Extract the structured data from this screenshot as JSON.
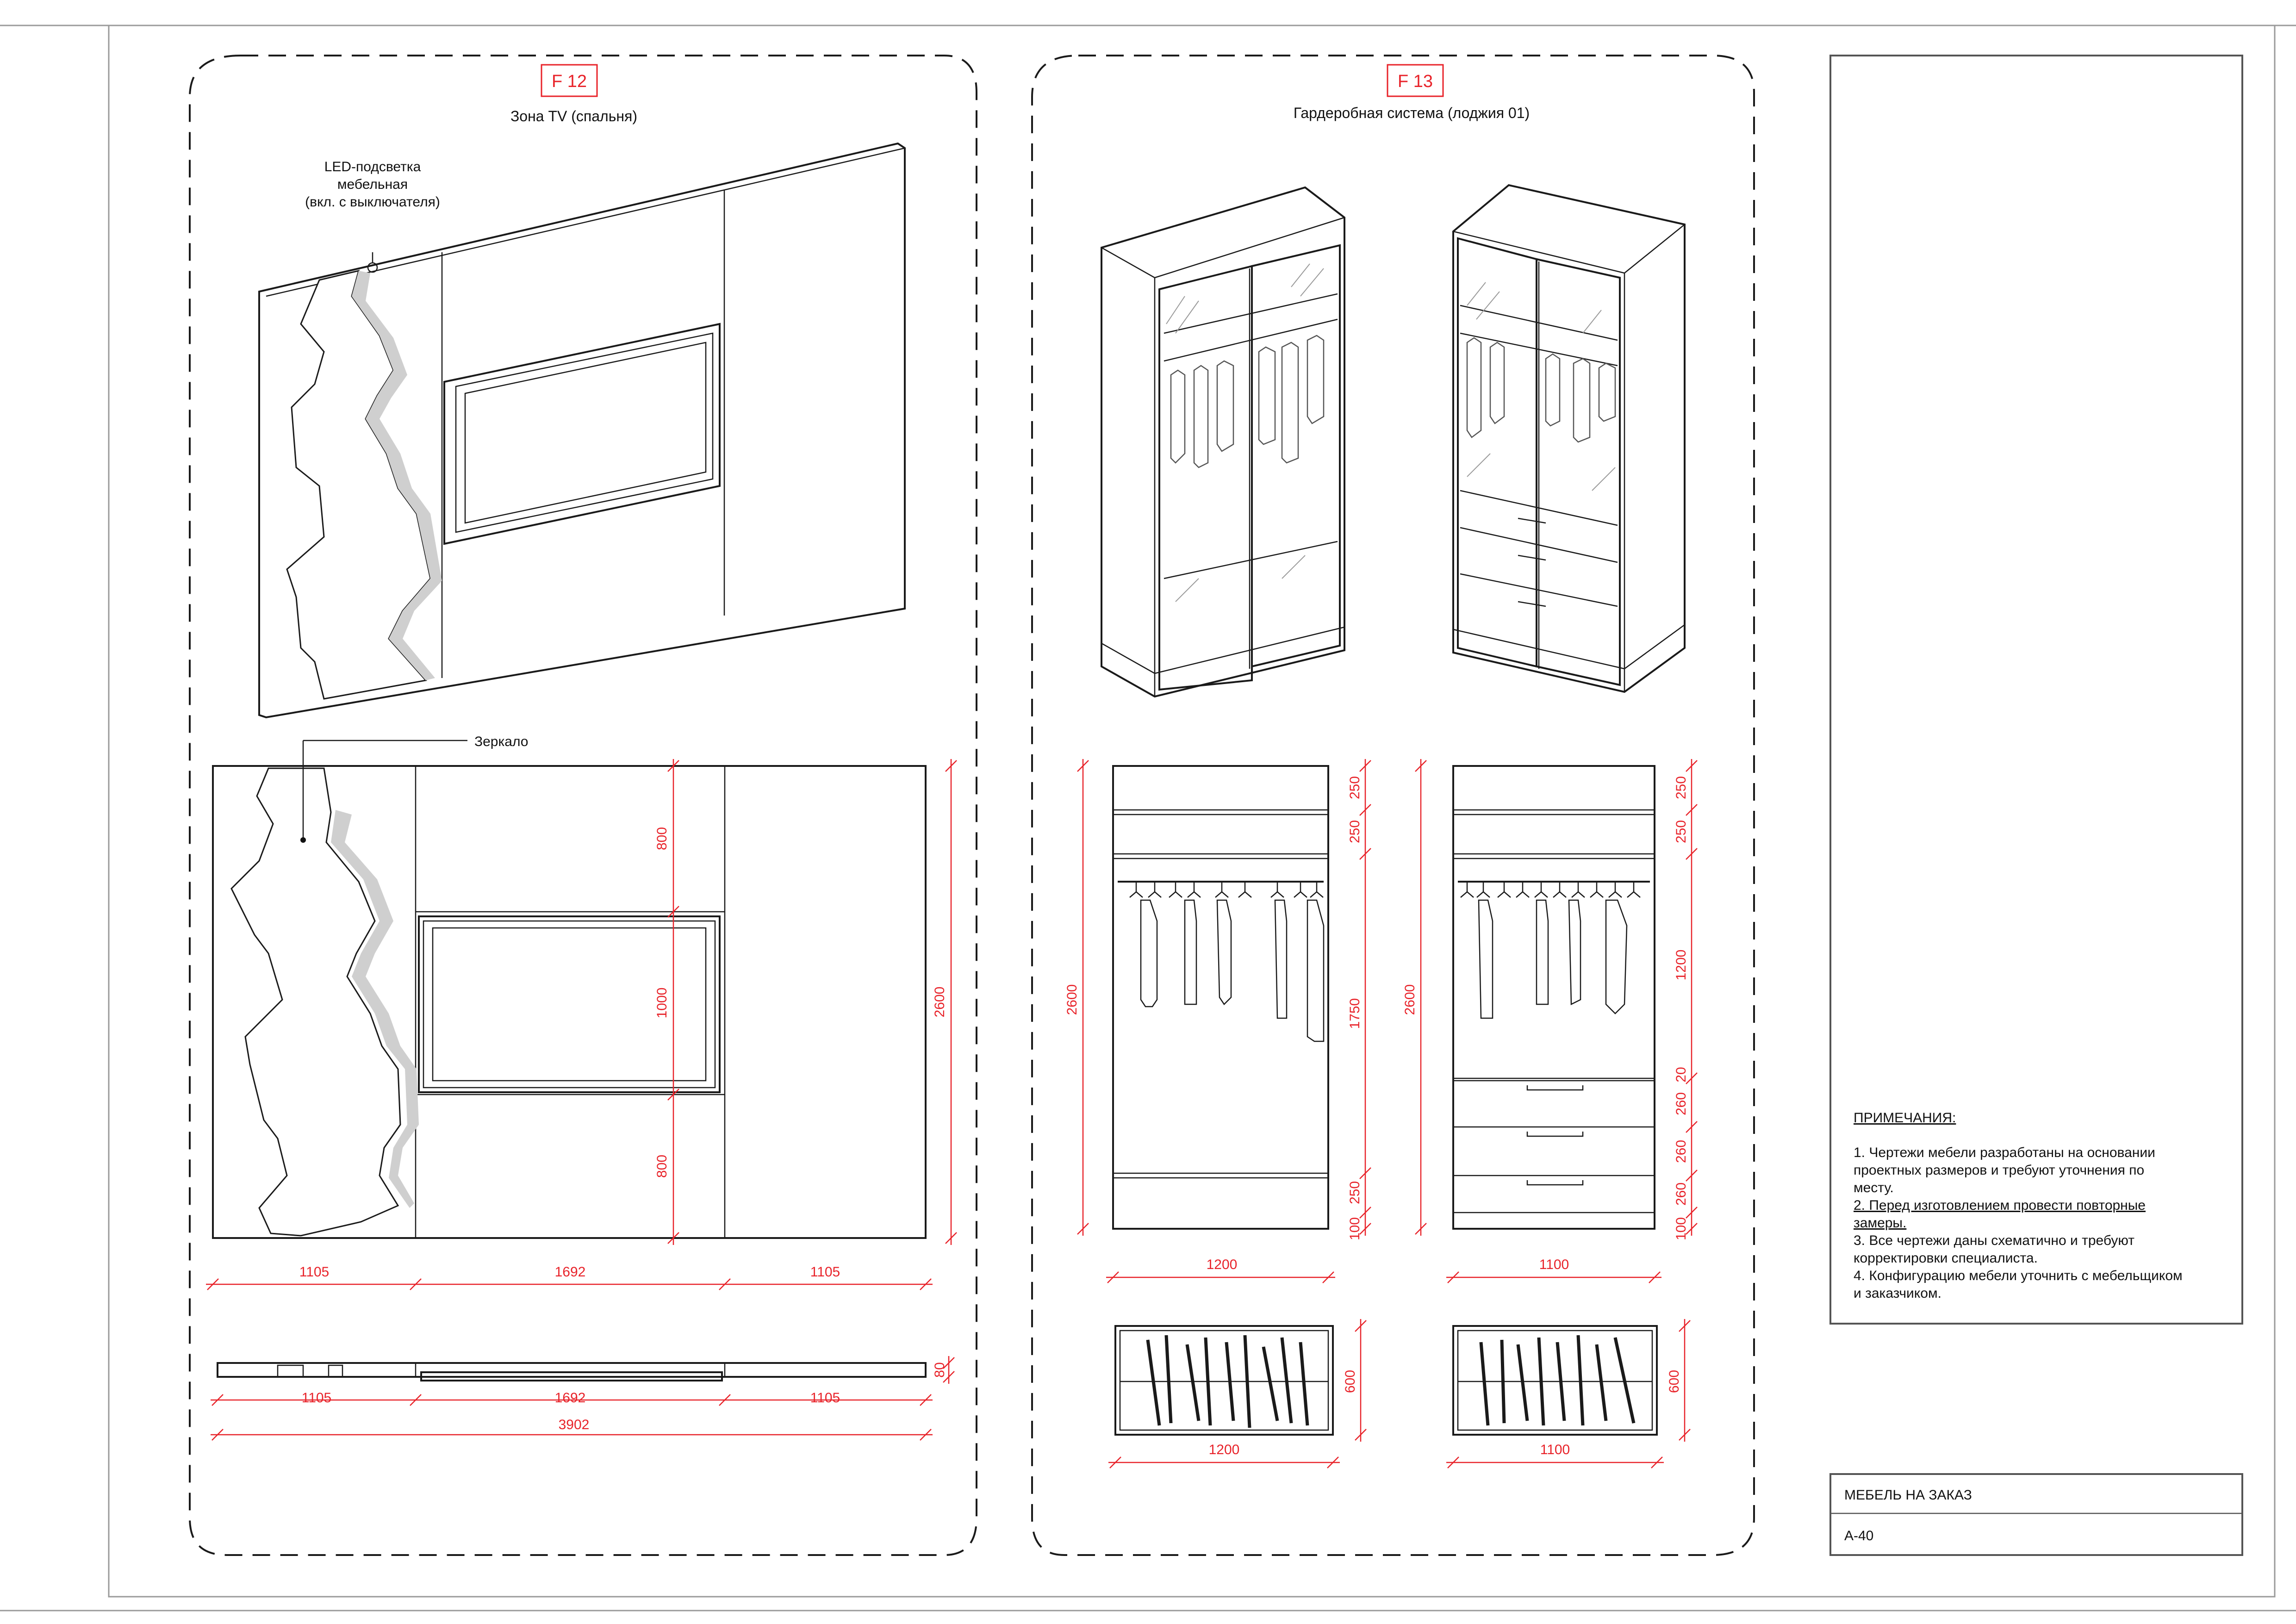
{
  "f12": {
    "code": "F 12",
    "title": "Зона TV (спальня)",
    "led_label": [
      "LED-подсветка",
      "мебельная",
      "(вкл. с выключателя)"
    ],
    "mirror_label": "Зеркало",
    "dims": {
      "v800a": "800",
      "v1000": "1000",
      "v800b": "800",
      "v2600": "2600",
      "h1105a": "1105",
      "h1692": "1692",
      "h1105b": "1105",
      "p1105a": "1105",
      "p1692": "1692",
      "p1105b": "1105",
      "p80": "80",
      "total": "3902"
    }
  },
  "f13": {
    "code": "F 13",
    "title": "Гардеробная система (лоджия 01)",
    "left": {
      "d250a": "250",
      "d250b": "250",
      "d1750": "1750",
      "d250c": "250",
      "d100": "100",
      "d2600": "2600",
      "width": "1200",
      "plan_depth": "600",
      "plan_width": "1200"
    },
    "right": {
      "d250a": "250",
      "d250b": "250",
      "d1200": "1200",
      "d20": "20",
      "d260a": "260",
      "d260b": "260",
      "d260c": "260",
      "d100": "100",
      "d2600": "2600",
      "width": "1100",
      "plan_depth": "600",
      "plan_width": "1100"
    }
  },
  "notes": {
    "title": "ПРИМЕЧАНИЯ:",
    "lines": [
      "1. Чертежи мебели разработаны на основании",
      "проектных размеров и требуют уточнения по",
      "месту.",
      "2. Перед изготовлением провести повторные",
      "замеры.",
      "3. Все чертежи даны схематично и требуют",
      "корректировки специалиста.",
      "4. Конфигурацию мебели уточнить с мебельщиком",
      "и заказчиком."
    ]
  },
  "stamp": {
    "title": "МЕБЕЛЬ НА ЗАКАЗ",
    "sheet": "А-40"
  },
  "colors": {
    "dimension": "#e8232a",
    "line": "#1a1a1a",
    "frame": "#9a9a9a"
  }
}
